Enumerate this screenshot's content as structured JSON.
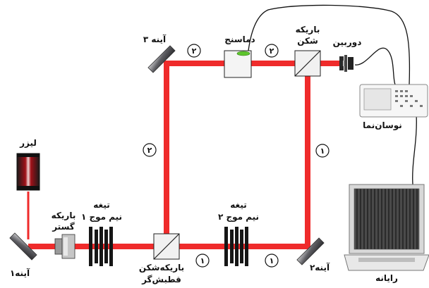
{
  "labels": {
    "laser": "لیزر",
    "beam_expander_1": "باریکه",
    "beam_expander_2": "گستر",
    "mirror1": "آینه۱",
    "halfwave1_1": "تیغه",
    "halfwave1_2": "نیم موج ۱",
    "pbs_1": "باریکه‌شکن",
    "pbs_2": "قطبش‌گر",
    "halfwave2_1": "تیغه",
    "halfwave2_2": "نیم موج ۲",
    "mirror2": "آینه۲",
    "mirror3": "آینه ۳",
    "thermometer": "دماسنج",
    "bs_1": "باریکه",
    "bs_2": "شکن",
    "camera": "دوربین",
    "oscilloscope": "نوسان‌نما",
    "computer": "رایانه"
  },
  "arm_labels": {
    "arm1": "۱",
    "arm2": "۲"
  },
  "colors": {
    "beam": "#ef2b2b",
    "mirror_gray": "#6f6f73",
    "plate_black": "#161616",
    "cable": "#111111",
    "laser_red": "#c8141e",
    "thermometer_green": "#5ec42d"
  }
}
